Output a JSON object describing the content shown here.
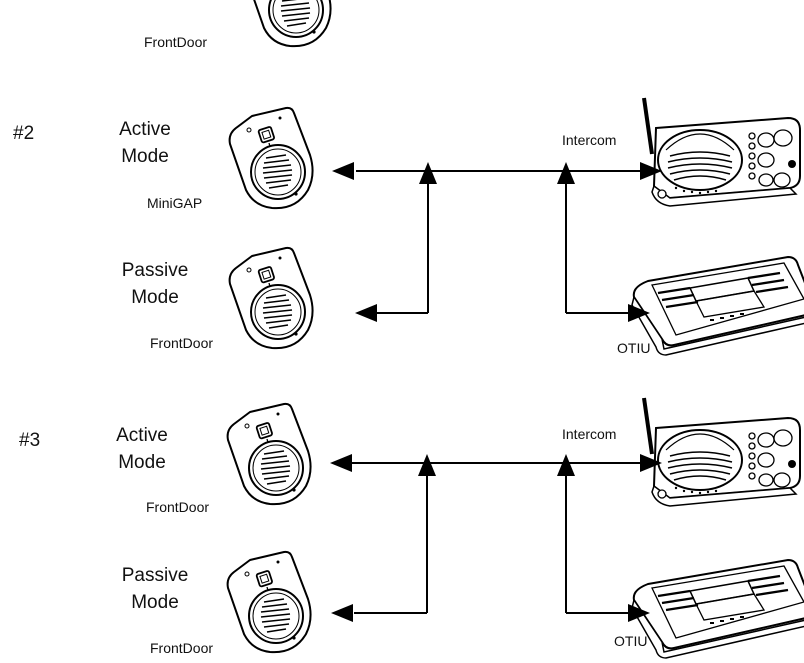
{
  "top_partial": {
    "device_label": "FrontDoor"
  },
  "diagrams": [
    {
      "number": "#2",
      "active": {
        "mode_line1": "Active",
        "mode_line2": "Mode",
        "device_label": "MiniGAP"
      },
      "passive": {
        "mode_line1": "Passive",
        "mode_line2": "Mode",
        "device_label": "FrontDoor"
      },
      "intercom_label": "Intercom",
      "otiu_label": "OTIU"
    },
    {
      "number": "#3",
      "active": {
        "mode_line1": "Active",
        "mode_line2": "Mode",
        "device_label": "FrontDoor"
      },
      "passive": {
        "mode_line1": "Passive",
        "mode_line2": "Mode",
        "device_label": "FrontDoor"
      },
      "intercom_label": "Intercom",
      "otiu_label": "OTIU"
    }
  ]
}
